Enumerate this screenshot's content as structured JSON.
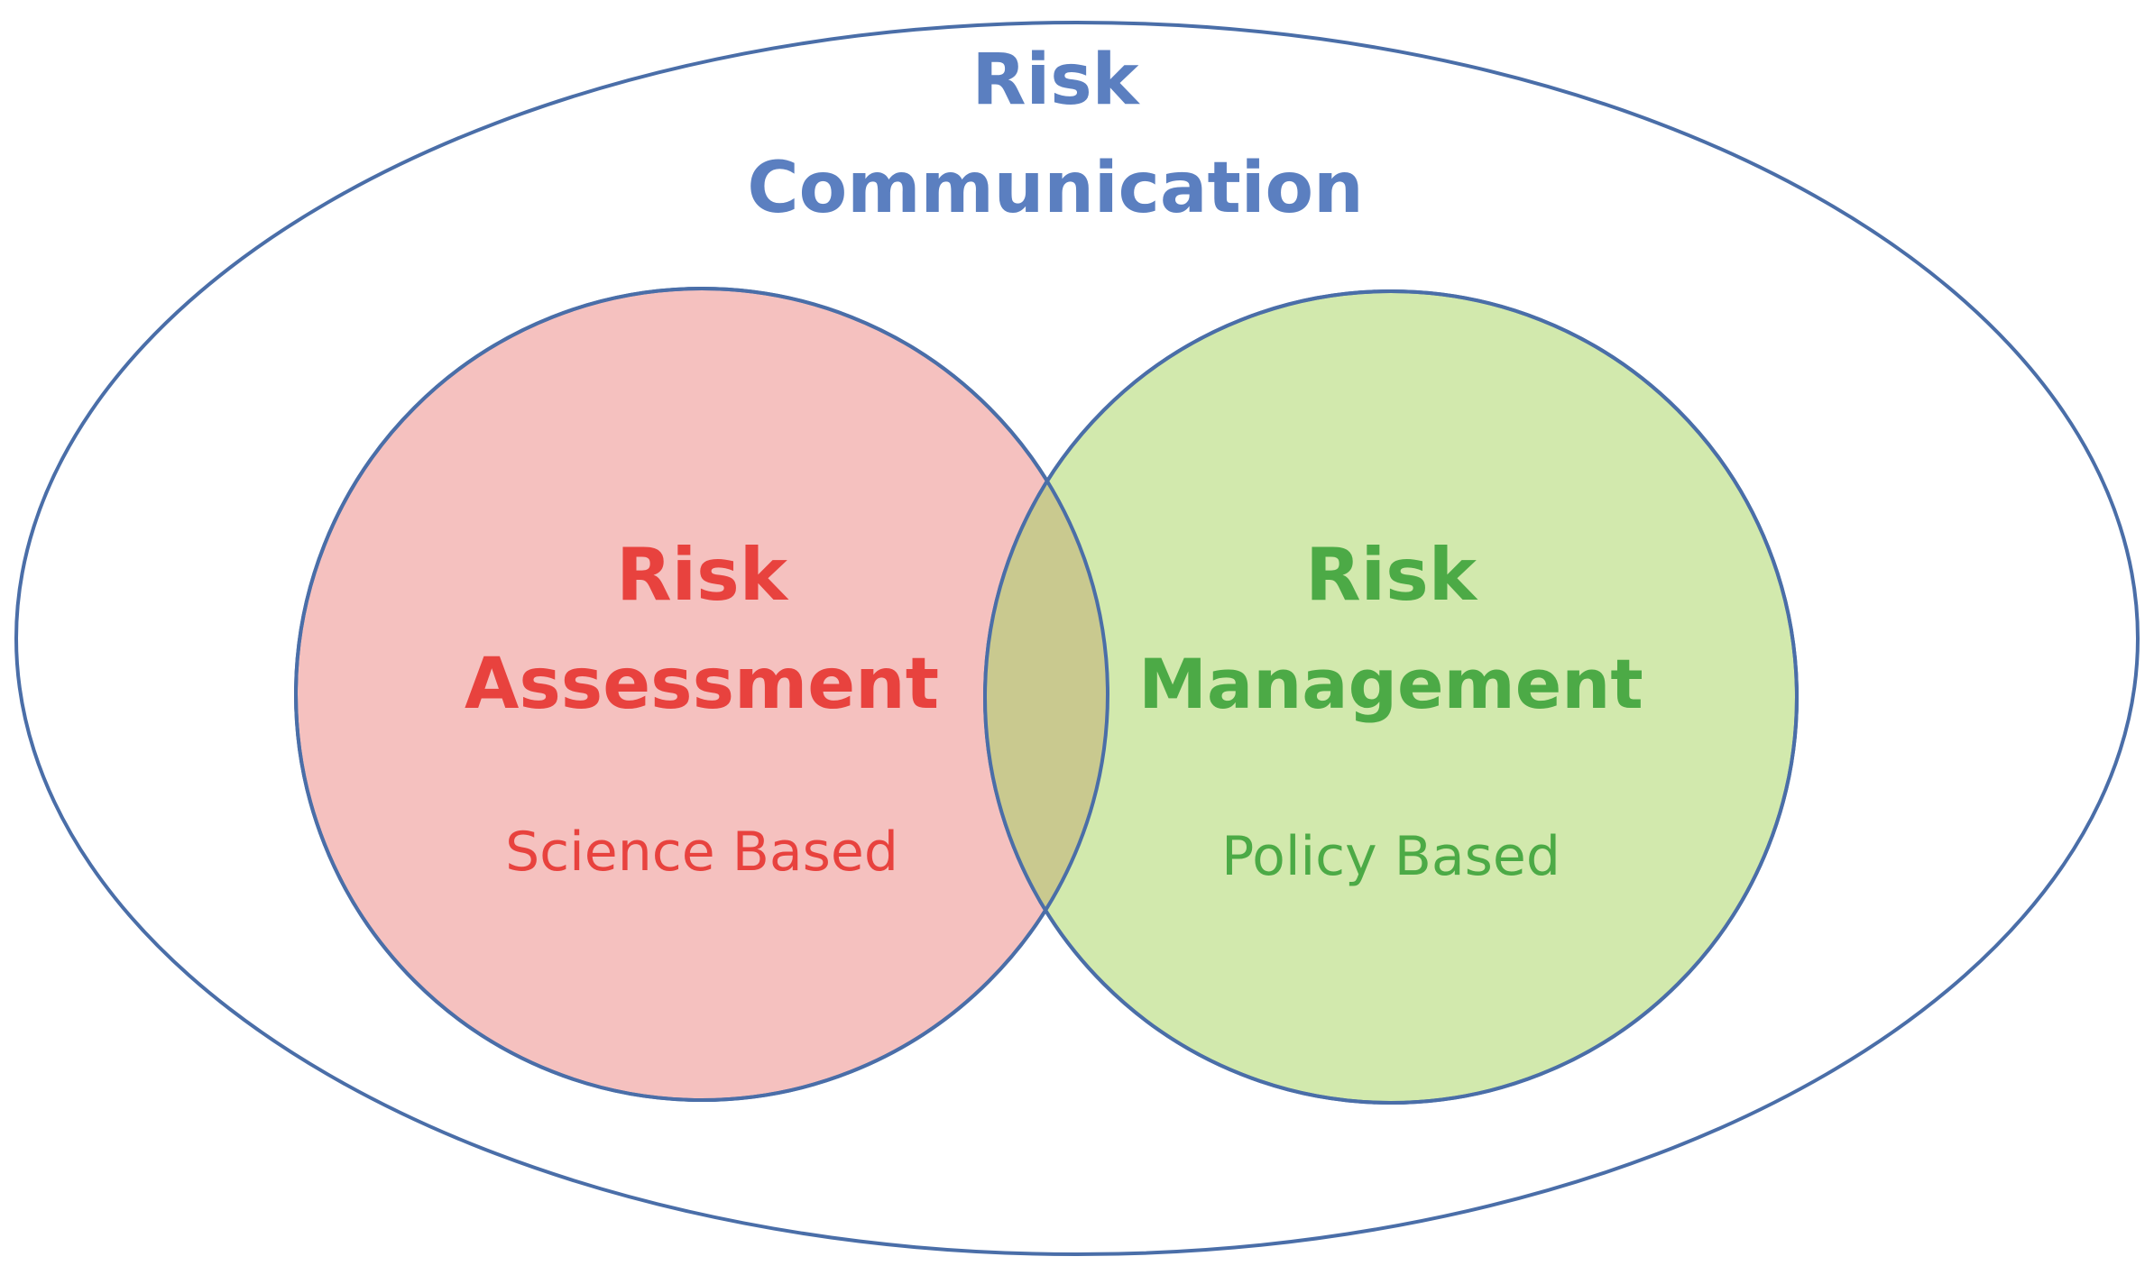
{
  "diagram": {
    "outer": {
      "line1": "Risk",
      "line2": "Communication"
    },
    "left": {
      "line1": "Risk",
      "line2": "Assessment",
      "subtitle": "Science Based"
    },
    "right": {
      "line1": "Risk",
      "line2": "Management",
      "subtitle": "Policy Based"
    }
  },
  "colors": {
    "outline": "#4a6ea8",
    "outer_title": "#5b7fc0",
    "left_fill": "#f5c1bf",
    "left_text": "#e8423e",
    "right_fill": "#d2e9ad",
    "right_text": "#4caa46",
    "overlap_fill": "#c9c98f"
  }
}
